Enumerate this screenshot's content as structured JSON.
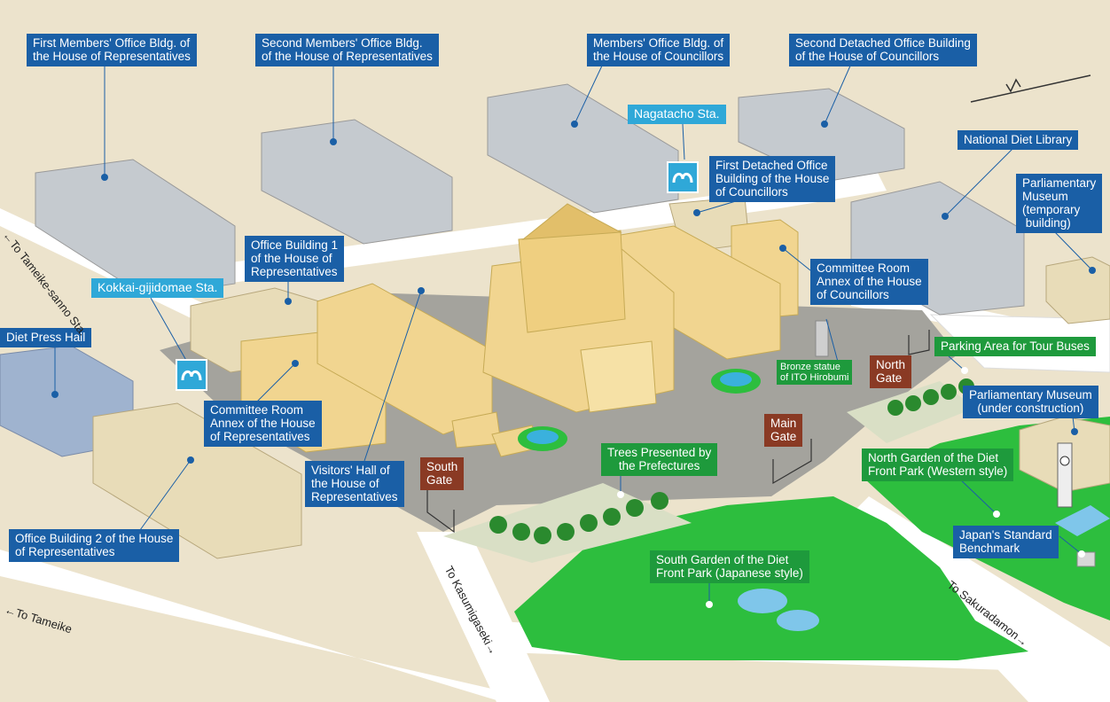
{
  "labels": {
    "first_members_rep": "First Members' Office Bldg. of\nthe House of Representatives",
    "second_members_rep": "Second Members' Office Bldg.\nof the House of Representatives",
    "members_councillors": "Members' Office Bldg. of\nthe House of Councillors",
    "second_detached": "Second Detached Office Building\nof the House of Councillors",
    "nagatacho_sta": "Nagatacho Sta.",
    "first_detached": "First Detached Office\nBuilding of the House\nof Councillors",
    "national_diet_library": "National Diet Library",
    "parl_museum_temp": "Parliamentary\nMuseum\n(temporary\n building)",
    "office_bldg1": "Office Building 1\nof the House of\nRepresentatives",
    "kokkai_sta": "Kokkai-gijidomae Sta.",
    "committee_councillors": "Committee Room\nAnnex of the House\nof Councillors",
    "diet_press_hall": "Diet Press Hall",
    "bronze_statue": "Bronze statue\nof ITO Hirobumi",
    "north_gate": "North\nGate",
    "parking": "Parking Area for Tour Buses",
    "parl_museum_construction": "Parliamentary Museum\n(under construction)",
    "committee_reps": "Committee Room\nAnnex of the House\nof Representatives",
    "main_gate": "Main\nGate",
    "visitors_hall": "Visitors' Hall of\nthe House of\nRepresentatives",
    "south_gate": "South\nGate",
    "trees_presented": "Trees Presented by\nthe Prefectures",
    "north_garden": "North Garden of the Diet\nFront Park (Western style)",
    "japans_benchmark": "Japan's Standard\nBenchmark",
    "office_bldg2": "Office Building 2 of the House\nof Representatives",
    "south_garden": "South Garden of the Diet\nFront Park (Japanese style)"
  },
  "roads": {
    "tameike_sanno": "←To Tameike-sanno Sta.",
    "tameike": "←To Tameike",
    "kasumigaseki": "To Kasumigaseki→",
    "sakuradamon": "To Sakuradamon→"
  },
  "colors": {
    "background": "#ece3cc",
    "road": "#ffffff",
    "plaza": "#a4a39d",
    "label_blue": "#1a5fa6",
    "label_cyan": "#2fa8d8",
    "label_green": "#1e9a3c",
    "label_brown": "#8a3a24",
    "grass": "#2dbe3e",
    "building_gray": "#c5cacf",
    "building_beige": "#e8dcb8",
    "diet_building": "#f1d590"
  }
}
